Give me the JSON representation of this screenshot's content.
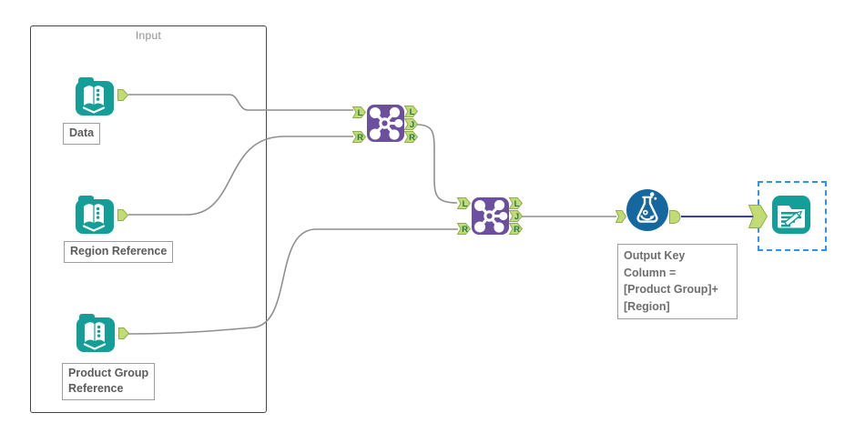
{
  "workflow": {
    "container": {
      "label": "Input"
    },
    "anchor_labels": {
      "left": "L",
      "join": "J",
      "right": "R"
    },
    "tools": {
      "input_data": {
        "caption": "Data"
      },
      "input_region": {
        "caption": "Region Reference"
      },
      "input_product": {
        "caption_line1": "Product Group",
        "caption_line2": "Reference"
      },
      "formula": {
        "annotation_line1": "Output Key",
        "annotation_line2": "Column =",
        "annotation_line3": "[Product Group]+",
        "annotation_line4": "[Region]"
      },
      "output": {
        "selected": true
      }
    },
    "colors": {
      "input_tool_teal": "#139E98",
      "join_tool_purple": "#6C4F9E",
      "formula_tool_blue": "#15689F",
      "anchor_green_fill": "#C3DB74",
      "anchor_green_border": "#8FAE4C",
      "anchor_letter_green": "#1E7B4F",
      "wire_gray": "#8F8F8F",
      "selected_wire_blue": "#3A3AC8",
      "selection_dash_blue": "#2E93EA",
      "caption_text_gray": "#5B5B5B"
    }
  }
}
